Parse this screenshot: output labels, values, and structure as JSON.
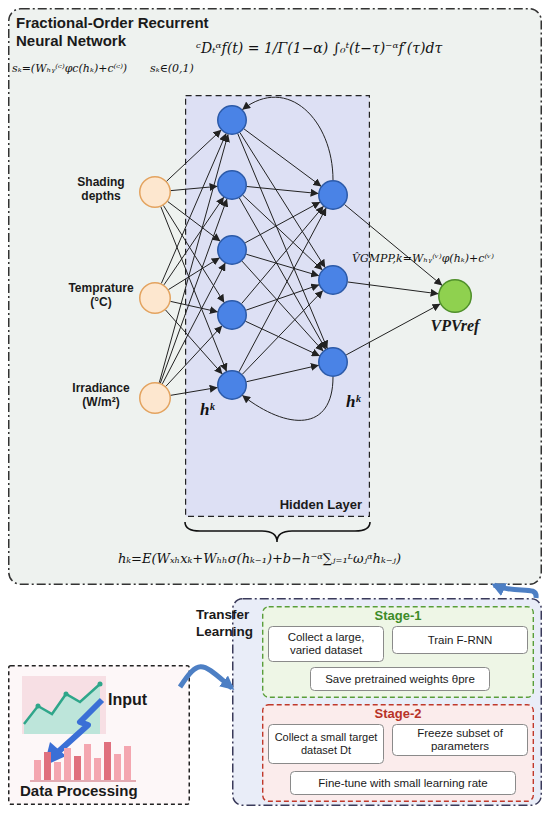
{
  "diagram": {
    "nodes": [
      {
        "text": [
          "Fractional-Order Recurrent Neural Network"
        ]
      },
      {
        "text": [
          "Shading depths"
        ],
        "in": 0
      },
      {
        "text": [
          "Temprature (°C)"
        ],
        "in": 0
      },
      {
        "text": [
          "Irradiance (W/m²)"
        ],
        "in": 0
      },
      {
        "text": [
          "Hidden Layer"
        ],
        "in": 0
      },
      {
        "text": [],
        "in": 4
      },
      {
        "text": [],
        "in": 4
      },
      {
        "text": [],
        "in": 4
      },
      {
        "text": [],
        "in": 4
      },
      {
        "text": [],
        "in": 4
      },
      {
        "text": [],
        "in": 4
      },
      {
        "text": [],
        "in": 4
      },
      {
        "text": [],
        "in": 4
      },
      {
        "text": [
          "VPVref"
        ],
        "in": 0
      },
      {
        "text": [
          "Input",
          "Data Processing"
        ]
      },
      {
        "text": [
          "Transfer Learning"
        ]
      },
      {
        "text": [
          "Stage-1"
        ],
        "in": 15
      },
      {
        "text": [
          "Collect a large, varied dataset"
        ],
        "in": 16
      },
      {
        "text": [
          "Train F-RNN"
        ],
        "in": 16
      },
      {
        "text": [
          "Save pretrained weights θpre"
        ],
        "in": 16
      },
      {
        "text": [
          "Stage-2"
        ],
        "in": 15
      },
      {
        "text": [
          "Collect a small target dataset Dt"
        ],
        "in": 20
      },
      {
        "text": [
          "Freeze subset of parameters"
        ],
        "in": 20
      },
      {
        "text": [
          "Fine-tune with small learning rate"
        ],
        "in": 20
      }
    ],
    "edges": [
      {
        "from": 1,
        "to": 5,
        "arrow": "to"
      },
      {
        "from": 1,
        "to": 6,
        "arrow": "to"
      },
      {
        "from": 1,
        "to": 7,
        "arrow": "to"
      },
      {
        "from": 1,
        "to": 8,
        "arrow": "to"
      },
      {
        "from": 1,
        "to": 9,
        "arrow": "to"
      },
      {
        "from": 2,
        "to": 5,
        "arrow": "to"
      },
      {
        "from": 2,
        "to": 6,
        "arrow": "to"
      },
      {
        "from": 2,
        "to": 7,
        "arrow": "to"
      },
      {
        "from": 2,
        "to": 8,
        "arrow": "to"
      },
      {
        "from": 2,
        "to": 9,
        "arrow": "to"
      },
      {
        "from": 3,
        "to": 5,
        "arrow": "to"
      },
      {
        "from": 3,
        "to": 6,
        "arrow": "to"
      },
      {
        "from": 3,
        "to": 7,
        "arrow": "to"
      },
      {
        "from": 3,
        "to": 8,
        "arrow": "to"
      },
      {
        "from": 3,
        "to": 9,
        "arrow": "to"
      },
      {
        "from": 5,
        "to": 10,
        "arrow": "to"
      },
      {
        "from": 5,
        "to": 11,
        "arrow": "to"
      },
      {
        "from": 5,
        "to": 12,
        "arrow": "to"
      },
      {
        "from": 6,
        "to": 10,
        "arrow": "to"
      },
      {
        "from": 6,
        "to": 11,
        "arrow": "to"
      },
      {
        "from": 6,
        "to": 12,
        "arrow": "to"
      },
      {
        "from": 7,
        "to": 10,
        "arrow": "to"
      },
      {
        "from": 7,
        "to": 11,
        "arrow": "to"
      },
      {
        "from": 7,
        "to": 12,
        "arrow": "to"
      },
      {
        "from": 8,
        "to": 10,
        "arrow": "to"
      },
      {
        "from": 8,
        "to": 11,
        "arrow": "to"
      },
      {
        "from": 8,
        "to": 12,
        "arrow": "to"
      },
      {
        "from": 9,
        "to": 10,
        "arrow": "to"
      },
      {
        "from": 9,
        "to": 11,
        "arrow": "to"
      },
      {
        "from": 9,
        "to": 12,
        "arrow": "to"
      },
      {
        "from": 10,
        "to": 13,
        "arrow": "to"
      },
      {
        "from": 11,
        "to": 13,
        "arrow": "to"
      },
      {
        "from": 12,
        "to": 13,
        "arrow": "to"
      },
      {
        "from": 10,
        "to": 5,
        "arrow": "to"
      },
      {
        "from": 12,
        "to": 9,
        "arrow": "to"
      },
      {
        "from": 14,
        "to": 15,
        "arrow": "to"
      },
      {
        "from": 15,
        "to": 0,
        "arrow": "to"
      }
    ],
    "labels": [
      "ᶜDₜᵅf(t) = 1/Γ(1−α) ∫₀ᵗ(t−τ)⁻ᵅf′(τ)dτ",
      "sₖ=(Wₕᵧ⁽ᶜ⁾φc(hₖ)+c⁽ᶜ⁾)",
      "sₖ∈(0,1)",
      "V̂GMPP,k=Wₕᵧ⁽ᵛ⁾φ(hₖ)+c⁽ᵛ⁾",
      "hᵏ",
      "hᵏ",
      "hₖ=E(Wₓₕxₖ+Wₕₕσ(hₖ₋₁)+b−h⁻ᵅ∑ⱼ₌₁ᴸωⱼᵅhₖ₋ⱼ)"
    ]
  }
}
